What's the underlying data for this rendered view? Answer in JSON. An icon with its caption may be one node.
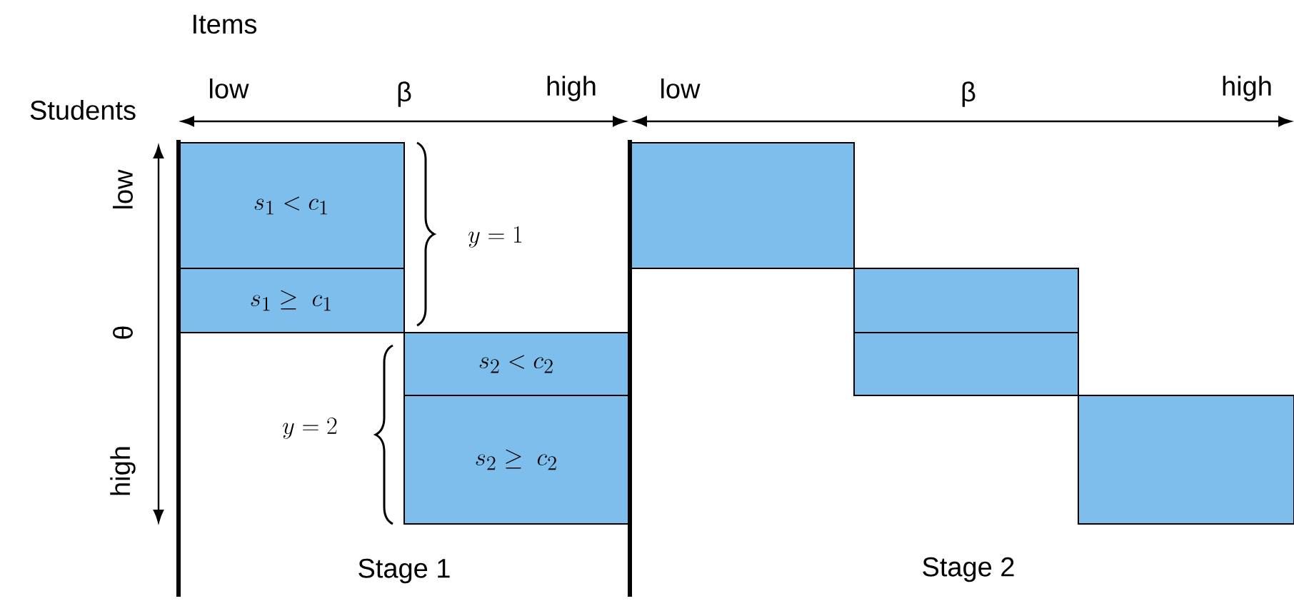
{
  "diagram": {
    "nodes": [
      {
        "text": [
          "s_{1} < c_{1}"
        ]
      },
      {
        "text": [
          "s_{1} \\geq\\; c_{1}"
        ]
      },
      {
        "text": [
          "s_{2} < c_{2}"
        ]
      },
      {
        "text": [
          "s_{2} \\geq\\; c_{2}"
        ]
      },
      {
        "text": [],
        "shape": "box"
      },
      {
        "text": [],
        "shape": "box"
      },
      {
        "text": [],
        "shape": "box"
      },
      {
        "text": [],
        "shape": "box"
      }
    ],
    "edges": [],
    "labels": [
      "Items",
      "Students",
      "low",
      "β",
      "high",
      "low",
      "β",
      "high",
      "low",
      "y = 1",
      "θ",
      "y = 2",
      "high",
      "Stage 1",
      "Stage 2"
    ]
  }
}
